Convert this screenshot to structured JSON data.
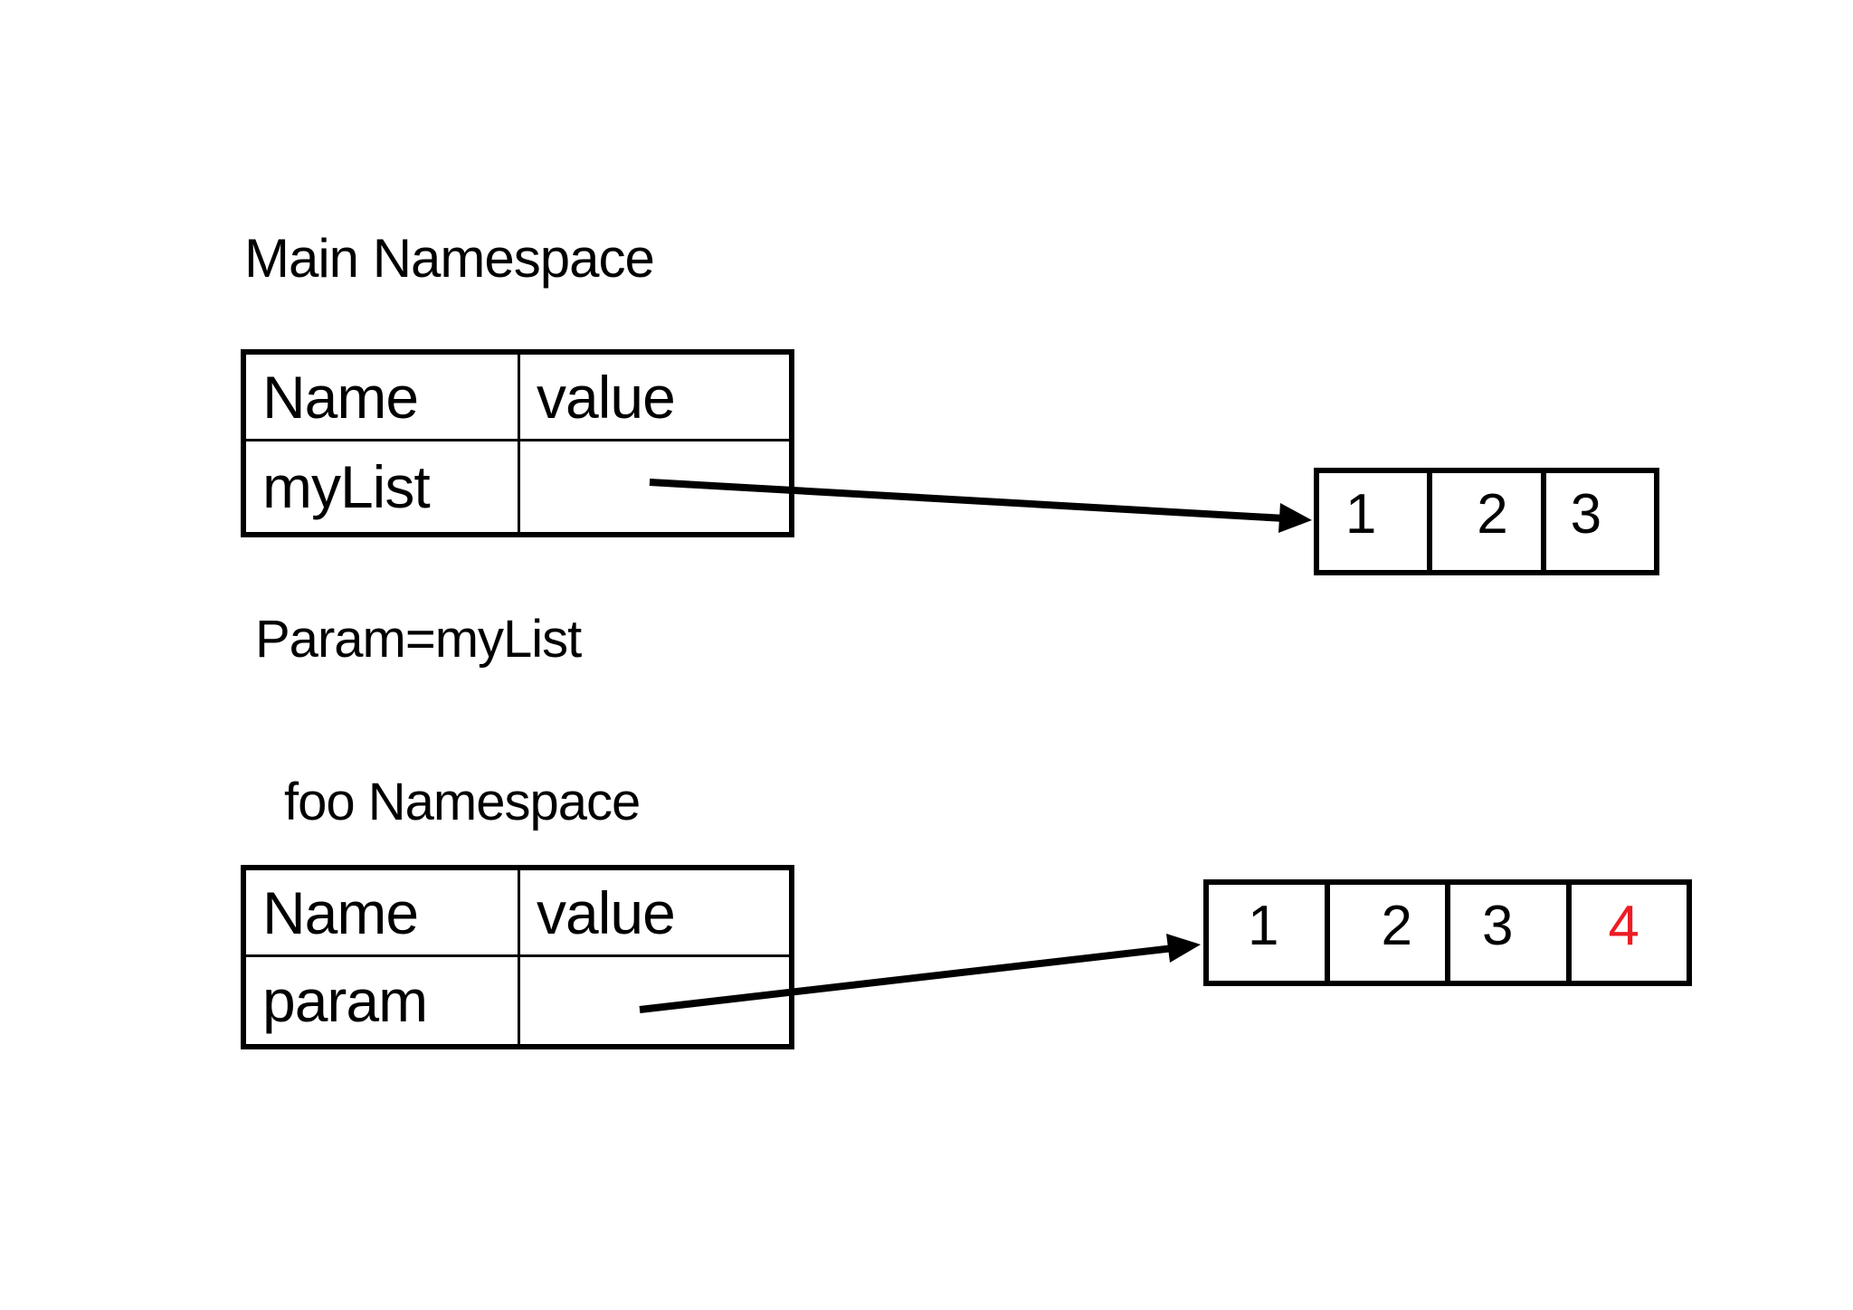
{
  "canvas": {
    "background": "#ffffff"
  },
  "labels": {
    "main_title": "Main Namespace",
    "param_assignment": "Param=myList",
    "foo_title": "foo Namespace"
  },
  "main_table": {
    "headers": {
      "name": "Name",
      "value": "value"
    },
    "row": {
      "name": "myList",
      "value": ""
    }
  },
  "main_list": {
    "items": [
      "1",
      "2",
      "3"
    ]
  },
  "foo_table": {
    "headers": {
      "name": "Name",
      "value": "value"
    },
    "row": {
      "name": "param",
      "value": ""
    }
  },
  "foo_list": {
    "items": [
      "1",
      "2",
      "3",
      "4"
    ],
    "highlighted_item": "4",
    "highlight_color": "#ed1c24"
  },
  "colors": {
    "ink": "#000000",
    "highlight_red": "#ed1c24"
  }
}
